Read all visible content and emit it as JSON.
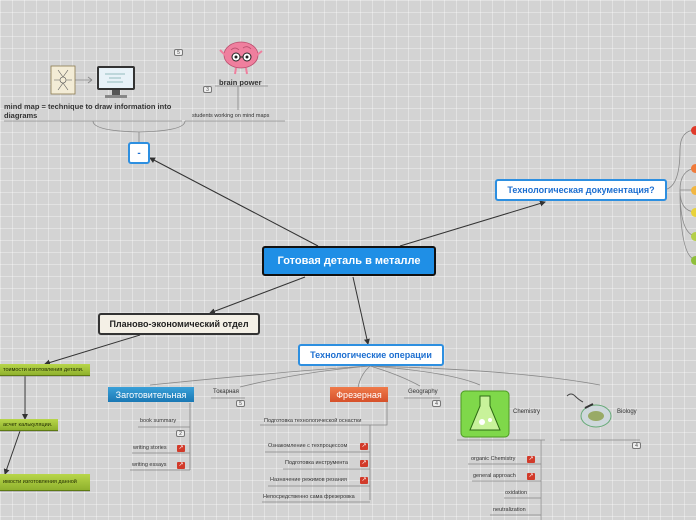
{
  "central": "Готовая деталь в металле",
  "topics": {
    "dash": "-",
    "techdoc": "Технологическая документация?",
    "planning": "Планово-экономический отдел",
    "ops": "Технологические операции"
  },
  "mindmap": {
    "definition": "mind map = technique to draw information into diagrams",
    "brain": "brain power",
    "students": "students working on mind maps",
    "badge_top": "5",
    "badge_brain": "3"
  },
  "planning_chain": [
    "тоимости изготовления детали.",
    "асчет калькуляции.",
    "имости изготовления данной"
  ],
  "ops_children": {
    "zagot": "Заготовительная",
    "tokar": "Токарная",
    "tokar_badge": "5",
    "freza": "Фрезерная",
    "geo": "Geography",
    "geo_badge": "4",
    "chem": "Chemistry",
    "bio": "Biology",
    "bio_badge": "4"
  },
  "zagot_children": [
    "book summary",
    "writing stories",
    "writing essays"
  ],
  "zagot_badge": "2",
  "freza_children": [
    "Подготовка технологической оснастки",
    "Ознакомление с техпроцессом",
    "Подготовка инструмента",
    "Назначение режимов резания",
    "Непосредственно сама фрезеровка"
  ],
  "chem_children": [
    "organic Chemistry",
    "general approach",
    "oxidation",
    "neutralization"
  ],
  "colors": {
    "central": "#1f8fe6",
    "topic_border": "#2d8fe0",
    "green": "#9dbd35",
    "orange": "#e0603a"
  },
  "edge_dots": [
    "#e03a2a",
    "#ef7a3a",
    "#f2b640",
    "#e8d23a",
    "#b5cf48",
    "#8fbf3a"
  ]
}
